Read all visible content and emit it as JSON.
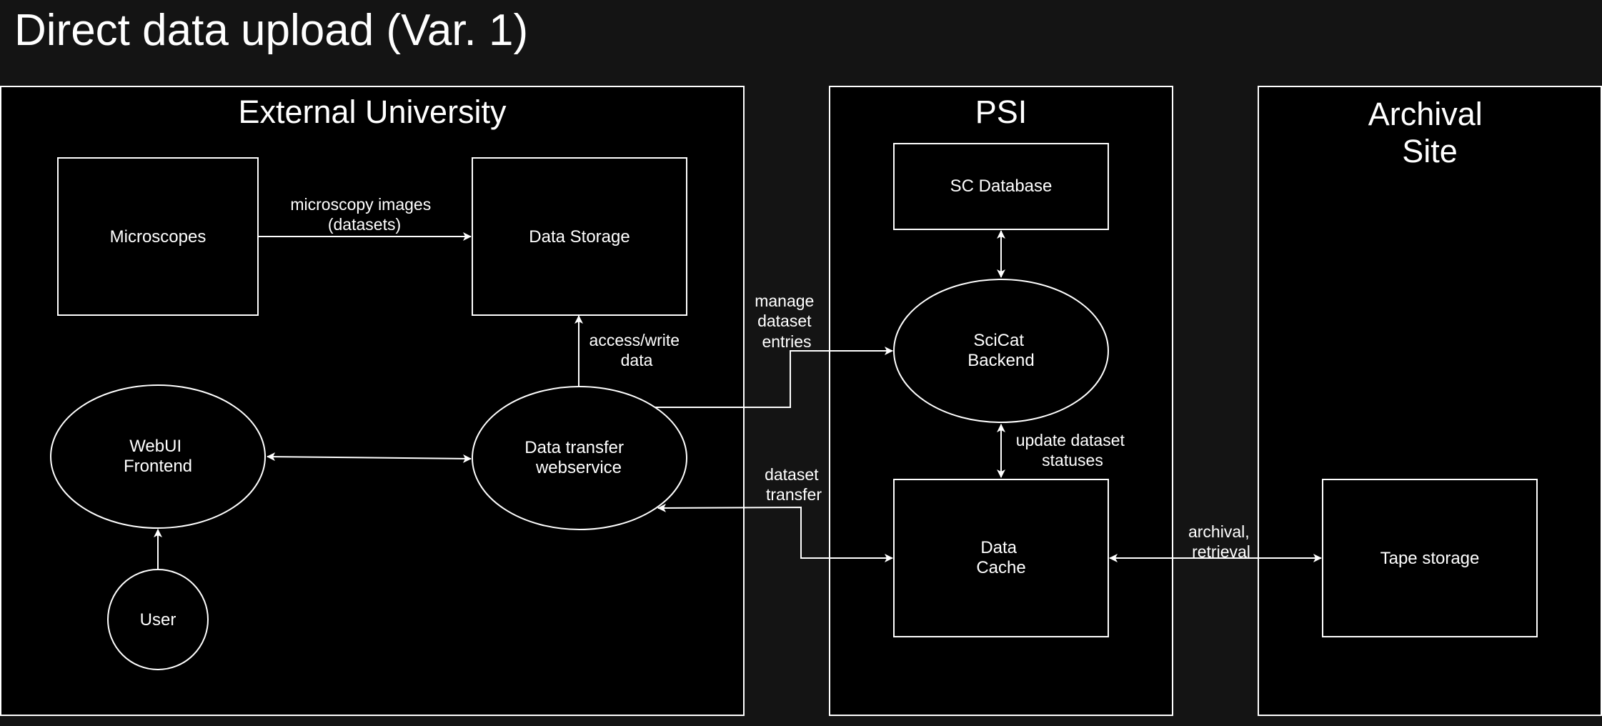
{
  "title": "Direct data upload (Var. 1)",
  "containers": {
    "external_university": [
      "External University"
    ],
    "psi": [
      "PSI"
    ],
    "archival_site": [
      "Archival",
      "Site"
    ]
  },
  "nodes": {
    "microscopes": [
      "Microscopes"
    ],
    "data_storage": [
      "Data Storage"
    ],
    "webui_frontend": [
      "WebUI",
      "Frontend"
    ],
    "data_transfer_webservice": [
      "Data transfer",
      "webservice"
    ],
    "user": [
      "User"
    ],
    "sc_database": [
      "SC Database"
    ],
    "scicat_backend": [
      "SciCat",
      "Backend"
    ],
    "data_cache": [
      "Data",
      "Cache"
    ],
    "tape_storage": [
      "Tape storage"
    ]
  },
  "edges": {
    "microscopy_images": [
      "microscopy images",
      "(datasets)"
    ],
    "access_write_data": [
      "access/write",
      "data"
    ],
    "manage_dataset_entries": [
      "manage",
      "dataset",
      "entries"
    ],
    "dataset_transfer": [
      "dataset",
      "transfer"
    ],
    "update_dataset_statuses": [
      "update dataset",
      "statuses"
    ],
    "archival_retrieval": [
      "archival,",
      "retrieval"
    ]
  },
  "colors": {
    "background": "#141414",
    "panel": "#000000",
    "stroke": "#ffffff"
  }
}
